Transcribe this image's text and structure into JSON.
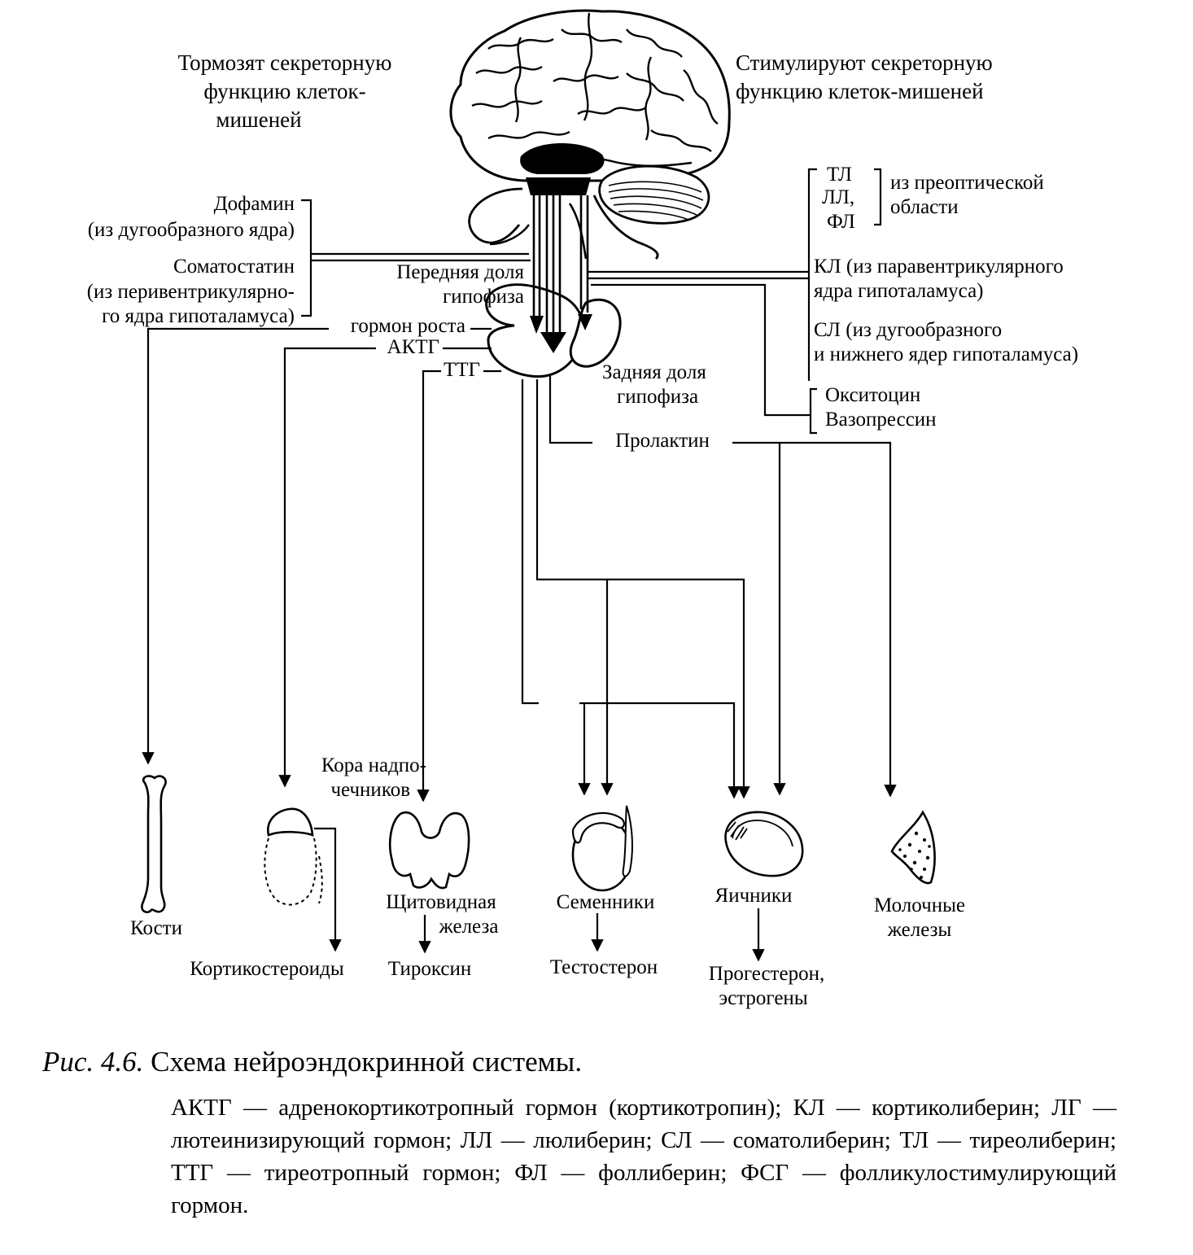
{
  "left_heading": [
    "Тормозят секреторную",
    "функцию клеток-",
    "мишеней"
  ],
  "right_heading": [
    "Стимулируют секреторную",
    "функцию клеток-мишеней"
  ],
  "inhibitors": {
    "dopamine": "Дофамин",
    "dopamine_src": "(из дугообразного ядра)",
    "somatostatin": "Соматостатин",
    "somatostatin_src1": "(из перивентрикулярно-",
    "somatostatin_src2": "го ядра гипоталамуса)"
  },
  "stimulators": {
    "tl": "ТЛ",
    "ll": "ЛЛ,",
    "fl": "ФЛ",
    "preoptic1": "из преоптической",
    "preoptic2": "области",
    "kl1": "КЛ (из паравентрикулярного",
    "kl2": "ядра гипоталамуса)",
    "sl1": "СЛ (из дугообразного",
    "sl2": "и нижнего ядер гипоталамуса)"
  },
  "posterior_hormones": [
    "Окситоцин",
    "Вазопрессин"
  ],
  "pituitary": {
    "anterior1": "Передняя доля",
    "anterior2": "гипофиза",
    "posterior1": "Задняя доля",
    "posterior2": "гипофиза"
  },
  "hormones": {
    "growth": "гормон роста",
    "actg": "АКТГ",
    "ttg": "ТТГ",
    "prolactin": "Пролактин"
  },
  "targets": {
    "bones": "Кости",
    "adrenal1": "Кора надпо-",
    "adrenal2": "чечников",
    "thyroid1": "Щитовидная",
    "thyroid2": "железа",
    "testes": "Семенники",
    "ovaries": "Яичники",
    "mammary1": "Молочные",
    "mammary2": "железы"
  },
  "products": {
    "corticosteroids": "Кортикостероиды",
    "thyroxine": "Тироксин",
    "testosterone": "Тестостерон",
    "progesterone1": "Прогестерон,",
    "progesterone2": "эстрогены"
  },
  "caption": {
    "label": "Рис. 4.6.",
    "title": "Схема нейроэндокринной системы.",
    "body": "АКТГ — адренокортикотропный гормон (кортикотропин); КЛ — кортиколиберин; ЛГ — лютеинизирующий гормон; ЛЛ — люлиберин; СЛ — соматолиберин; ТЛ — тиреолиберин; ТТГ — тиреотропный гормон; ФЛ — фоллиберин; ФСГ — фолликулостимулирующий гормон."
  }
}
